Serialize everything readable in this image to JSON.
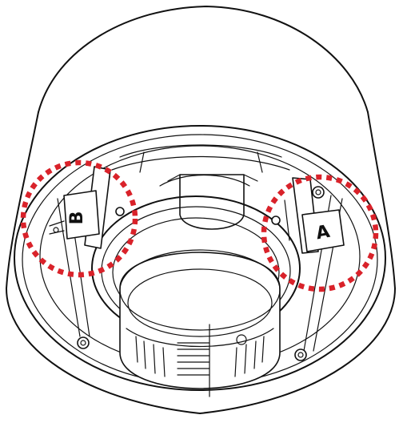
{
  "figure": {
    "highlight_color": "#d9222a",
    "line_color": "#111111",
    "callouts": [
      {
        "id": "left",
        "label": "B"
      },
      {
        "id": "right",
        "label": "A"
      }
    ]
  }
}
